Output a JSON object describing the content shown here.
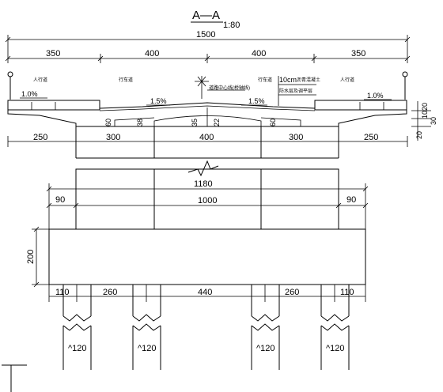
{
  "drawing": {
    "section_title": "A—A",
    "scale": "1:80"
  },
  "top_dims": {
    "total": "1500",
    "segments": [
      "350",
      "400",
      "400",
      "350"
    ]
  },
  "deck_labels": {
    "left_sidewalk": "人行道",
    "left_lane": "行车道",
    "center_line": "道路中心线(桥轴线)",
    "right_lane": "行车道",
    "right_sidewalk": "人行道",
    "paving_1": "10cm",
    "paving_1_text": "沥青混凝土",
    "paving_2": "防水层及调平层"
  },
  "slopes": {
    "left_walk": "1.0%",
    "left_lane": "1.5%",
    "right_lane": "1.5%",
    "right_walk": "1.0%"
  },
  "beam_dims": {
    "flange_left": "60",
    "void_left": "38",
    "void_right": "35",
    "center": "22",
    "flange_right": "60",
    "right_side_stack": [
      "20",
      "10",
      "30"
    ],
    "right_side_bottom": "20"
  },
  "bottom_dims": {
    "segments": [
      "250",
      "300",
      "400",
      "300",
      "250"
    ]
  },
  "pier_dims": {
    "cap_total": "1180",
    "inner": "1000",
    "left_offset": "90",
    "right_offset": "90",
    "cap_height": "200"
  },
  "pile_dims": {
    "segments": [
      "110",
      "260",
      "440",
      "260",
      "110"
    ],
    "pile_diameter": [
      "^120",
      "^120",
      "^120",
      "^120"
    ]
  }
}
